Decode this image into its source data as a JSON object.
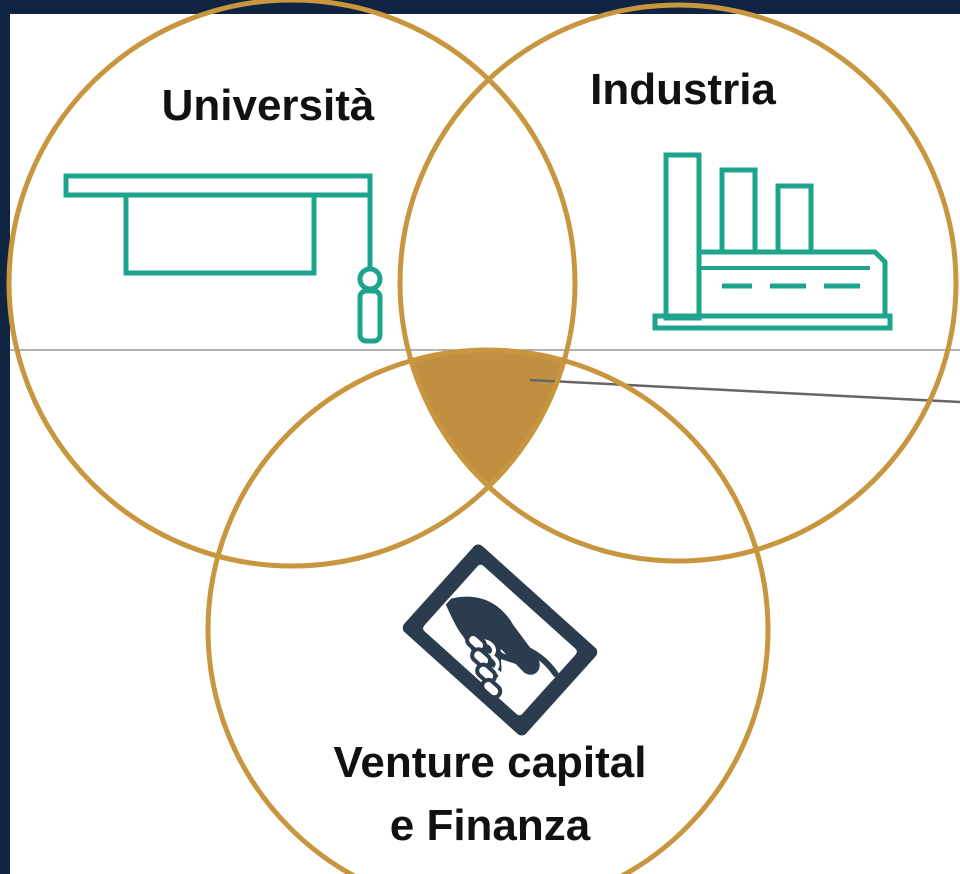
{
  "diagram": {
    "circles": [
      {
        "id": "universita",
        "label": "Università",
        "icon": "graduation-cap-icon"
      },
      {
        "id": "industria",
        "label": "Industria",
        "icon": "factory-icon"
      },
      {
        "id": "venture",
        "label_lines": [
          "Venture capital",
          "e Finanza"
        ],
        "icon": "handshake-icon"
      }
    ],
    "intersection_connector": "triple-intersection-pointer"
  },
  "colors": {
    "background": "#0f2440",
    "panel": "#ffffff",
    "ring": "#c8963e",
    "intersection_fill": "#c09040",
    "icon_teal": "#1ea38c",
    "icon_navy": "#2b3c4e",
    "text": "#111111",
    "divider": "#9a9a9a",
    "connector": "#666666"
  }
}
